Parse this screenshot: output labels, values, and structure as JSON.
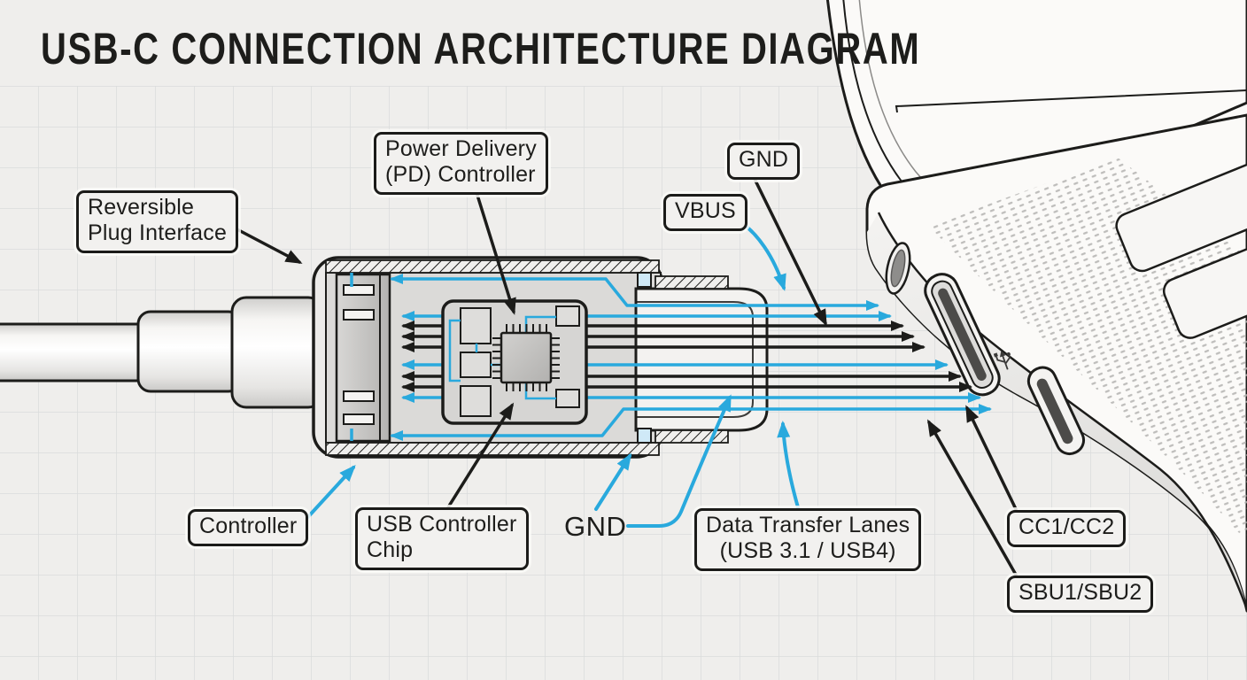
{
  "title": "USB-C CONNECTION ARCHITECTURE DIAGRAM",
  "colors": {
    "accent_cyan": "#29a9dd",
    "ink": "#1c1c1a",
    "paper": "#efeeec",
    "grid_line": "#dadcdb"
  },
  "callouts": {
    "power_delivery": "Power Delivery\n(PD) Controller",
    "reversible_plug": "Reversible\nPlug Interface",
    "gnd_top": "GND",
    "vbus": "VBUS",
    "controller": "Controller",
    "usb_controller_chip": "USB Controller\nChip",
    "gnd_bottom": "GND",
    "data_transfer_lanes": "Data Transfer Lanes\n(USB 3.1 / USB4)",
    "cc_lines": "CC1/CC2",
    "sbu_lines": "SBU1/SBU2"
  }
}
